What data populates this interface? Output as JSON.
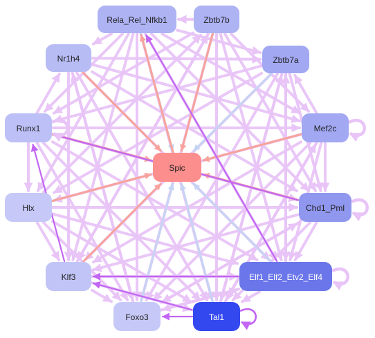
{
  "diagram": {
    "colors": {
      "background": "#ffffff",
      "edge_light": "#e8c4f7",
      "edge_pink": "#f7a39c",
      "edge_blue": "#c6d4f4",
      "edge_purple": "#c265f3"
    },
    "nodes": [
      {
        "id": "spic",
        "label": "Spic",
        "fill": "#fc8e8e",
        "text": "#222222"
      },
      {
        "id": "rela",
        "label": "Rela_Rel_Nfkb1",
        "fill": "#aeb3f4",
        "text": "#222222"
      },
      {
        "id": "zb7b",
        "label": "Zbtb7b",
        "fill": "#aeb3f4",
        "text": "#222222"
      },
      {
        "id": "nr1h4",
        "label": "Nr1h4",
        "fill": "#b7bcf5",
        "text": "#222222"
      },
      {
        "id": "zb7a",
        "label": "Zbtb7a",
        "fill": "#a2a8f2",
        "text": "#222222"
      },
      {
        "id": "runx1",
        "label": "Runx1",
        "fill": "#bcc0f6",
        "text": "#222222"
      },
      {
        "id": "mef2c",
        "label": "Mef2c",
        "fill": "#a2a8f2",
        "text": "#222222"
      },
      {
        "id": "hlx",
        "label": "Hlx",
        "fill": "#c6c9f7",
        "text": "#222222"
      },
      {
        "id": "chd1",
        "label": "Chd1_Pml",
        "fill": "#9097ef",
        "text": "#222222"
      },
      {
        "id": "klf3",
        "label": "Klf3",
        "fill": "#c1c4f6",
        "text": "#222222"
      },
      {
        "id": "elf",
        "label": "Elf1_Elf2_Etv2_Elf4",
        "fill": "#6b76ea",
        "text": "#ffffff"
      },
      {
        "id": "foxo3",
        "label": "Foxo3",
        "fill": "#c6c9f7",
        "text": "#222222"
      },
      {
        "id": "tal1",
        "label": "Tal1",
        "fill": "#3448f0",
        "text": "#ffffff"
      }
    ],
    "edges": [
      {
        "from": "runx1",
        "to": "spic",
        "kind": "pink"
      },
      {
        "from": "nr1h4",
        "to": "spic",
        "kind": "pink"
      },
      {
        "from": "zb7b",
        "to": "spic",
        "kind": "pink"
      },
      {
        "from": "klf3",
        "to": "spic",
        "kind": "pink"
      },
      {
        "from": "chd1",
        "to": "spic",
        "kind": "pink"
      },
      {
        "from": "spic",
        "to": "rela",
        "kind": "pink"
      },
      {
        "from": "hlx",
        "to": "spic",
        "kind": "pink"
      },
      {
        "from": "mef2c",
        "to": "spic",
        "kind": "pink"
      },
      {
        "from": "elf",
        "to": "spic",
        "kind": "blue"
      },
      {
        "from": "tal1",
        "to": "spic",
        "kind": "blue"
      },
      {
        "from": "foxo3",
        "to": "spic",
        "kind": "blue"
      },
      {
        "from": "zb7a",
        "to": "spic",
        "kind": "blue"
      },
      {
        "from": "rela",
        "to": "spic",
        "kind": "blue"
      },
      {
        "from": "elf",
        "to": "rela",
        "kind": "purple"
      },
      {
        "from": "chd1",
        "to": "runx1",
        "kind": "purple"
      },
      {
        "from": "tal1",
        "to": "foxo3",
        "kind": "purple"
      },
      {
        "from": "klf3",
        "to": "runx1",
        "kind": "purple"
      },
      {
        "from": "tal1",
        "to": "klf3",
        "kind": "purple"
      },
      {
        "from": "elf",
        "to": "klf3",
        "kind": "purple"
      },
      {
        "from": "rela",
        "to": "tal1",
        "kind": "light"
      },
      {
        "from": "rela",
        "to": "elf",
        "kind": "light"
      },
      {
        "from": "rela",
        "to": "foxo3",
        "kind": "light"
      },
      {
        "from": "rela",
        "to": "klf3",
        "kind": "light"
      },
      {
        "from": "rela",
        "to": "chd1",
        "kind": "light"
      },
      {
        "from": "rela",
        "to": "mef2c",
        "kind": "light"
      },
      {
        "from": "rela",
        "to": "zb7a",
        "kind": "light"
      },
      {
        "from": "rela",
        "to": "nr1h4",
        "kind": "light"
      },
      {
        "from": "rela",
        "to": "runx1",
        "kind": "light"
      },
      {
        "from": "rela",
        "to": "hlx",
        "kind": "light"
      },
      {
        "from": "zb7b",
        "to": "rela",
        "kind": "light"
      },
      {
        "from": "zb7b",
        "to": "tal1",
        "kind": "light"
      },
      {
        "from": "zb7b",
        "to": "elf",
        "kind": "light"
      },
      {
        "from": "zb7b",
        "to": "foxo3",
        "kind": "light"
      },
      {
        "from": "zb7b",
        "to": "klf3",
        "kind": "light"
      },
      {
        "from": "zb7b",
        "to": "runx1",
        "kind": "light"
      },
      {
        "from": "zb7b",
        "to": "mef2c",
        "kind": "light"
      },
      {
        "from": "zb7b",
        "to": "chd1",
        "kind": "light"
      },
      {
        "from": "nr1h4",
        "to": "tal1",
        "kind": "light"
      },
      {
        "from": "nr1h4",
        "to": "elf",
        "kind": "light"
      },
      {
        "from": "nr1h4",
        "to": "foxo3",
        "kind": "light"
      },
      {
        "from": "nr1h4",
        "to": "zb7a",
        "kind": "light"
      },
      {
        "from": "nr1h4",
        "to": "mef2c",
        "kind": "light"
      },
      {
        "from": "nr1h4",
        "to": "chd1",
        "kind": "light"
      },
      {
        "from": "nr1h4",
        "to": "klf3",
        "kind": "light"
      },
      {
        "from": "zb7a",
        "to": "tal1",
        "kind": "light"
      },
      {
        "from": "zb7a",
        "to": "elf",
        "kind": "light"
      },
      {
        "from": "zb7a",
        "to": "foxo3",
        "kind": "light"
      },
      {
        "from": "zb7a",
        "to": "klf3",
        "kind": "light"
      },
      {
        "from": "zb7a",
        "to": "runx1",
        "kind": "light"
      },
      {
        "from": "zb7a",
        "to": "hlx",
        "kind": "light"
      },
      {
        "from": "zb7a",
        "to": "chd1",
        "kind": "light"
      },
      {
        "from": "runx1",
        "to": "tal1",
        "kind": "light"
      },
      {
        "from": "runx1",
        "to": "elf",
        "kind": "light"
      },
      {
        "from": "runx1",
        "to": "foxo3",
        "kind": "light"
      },
      {
        "from": "runx1",
        "to": "mef2c",
        "kind": "light"
      },
      {
        "from": "runx1",
        "to": "chd1",
        "kind": "light"
      },
      {
        "from": "runx1",
        "to": "hlx",
        "kind": "light"
      },
      {
        "from": "runx1",
        "to": "nr1h4",
        "kind": "light"
      },
      {
        "from": "mef2c",
        "to": "tal1",
        "kind": "light"
      },
      {
        "from": "mef2c",
        "to": "elf",
        "kind": "light"
      },
      {
        "from": "mef2c",
        "to": "foxo3",
        "kind": "light"
      },
      {
        "from": "mef2c",
        "to": "klf3",
        "kind": "light"
      },
      {
        "from": "mef2c",
        "to": "hlx",
        "kind": "light"
      },
      {
        "from": "mef2c",
        "to": "chd1",
        "kind": "light"
      },
      {
        "from": "mef2c",
        "to": "zb7a",
        "kind": "light"
      },
      {
        "from": "hlx",
        "to": "tal1",
        "kind": "light"
      },
      {
        "from": "hlx",
        "to": "elf",
        "kind": "light"
      },
      {
        "from": "hlx",
        "to": "chd1",
        "kind": "light"
      },
      {
        "from": "hlx",
        "to": "foxo3",
        "kind": "light"
      },
      {
        "from": "hlx",
        "to": "klf3",
        "kind": "light"
      },
      {
        "from": "chd1",
        "to": "tal1",
        "kind": "light"
      },
      {
        "from": "chd1",
        "to": "foxo3",
        "kind": "light"
      },
      {
        "from": "chd1",
        "to": "klf3",
        "kind": "light"
      },
      {
        "from": "chd1",
        "to": "elf",
        "kind": "light"
      },
      {
        "from": "klf3",
        "to": "tal1",
        "kind": "light"
      },
      {
        "from": "klf3",
        "to": "foxo3",
        "kind": "light"
      },
      {
        "from": "klf3",
        "to": "elf",
        "kind": "light"
      },
      {
        "from": "foxo3",
        "to": "elf",
        "kind": "light"
      },
      {
        "from": "foxo3",
        "to": "chd1",
        "kind": "light"
      },
      {
        "from": "elf",
        "to": "tal1",
        "kind": "light"
      },
      {
        "from": "elf",
        "to": "foxo3",
        "kind": "light"
      },
      {
        "from": "elf",
        "to": "zb7a",
        "kind": "light"
      },
      {
        "from": "tal1",
        "to": "zb7a",
        "kind": "light"
      },
      {
        "from": "tal1",
        "to": "mef2c",
        "kind": "light"
      },
      {
        "from": "foxo3",
        "to": "nr1h4",
        "kind": "light"
      },
      {
        "from": "klf3",
        "to": "zb7b",
        "kind": "light"
      },
      {
        "from": "hlx",
        "to": "zb7b",
        "kind": "light"
      }
    ],
    "self_loops": [
      {
        "node": "mef2c",
        "kind": "light"
      },
      {
        "node": "chd1",
        "kind": "light"
      },
      {
        "node": "runx1",
        "kind": "light"
      },
      {
        "node": "elf",
        "kind": "light"
      },
      {
        "node": "tal1",
        "kind": "purple"
      }
    ]
  }
}
